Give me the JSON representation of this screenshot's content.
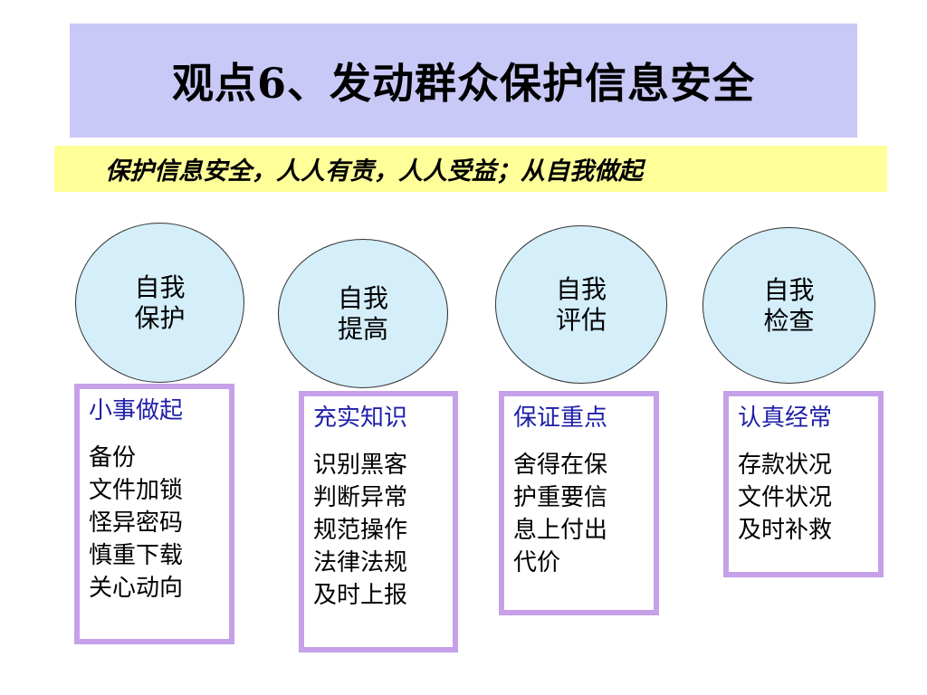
{
  "title": "观点6、发动群众保护信息安全",
  "subtitle": "保护信息安全，人人有责，人人受益；从自我做起",
  "colors": {
    "title_bg": "#c9c9f7",
    "subtitle_bg": "#ffff99",
    "circle_fill": "#d4eefa",
    "card_border": "#c6a0e8",
    "heading_text": "#1f1fa8"
  },
  "columns": [
    {
      "circle_label": "自我\n保护",
      "heading": "小事做起",
      "items": "备份\n文件加锁\n怪异密码\n慎重下载\n关心动向"
    },
    {
      "circle_label": "自我\n提高",
      "heading": "充实知识",
      "items": "识别黑客\n判断异常\n规范操作\n法律法规\n及时上报"
    },
    {
      "circle_label": "自我\n评估",
      "heading": "保证重点",
      "items": "舍得在保\n护重要信\n息上付出\n代价"
    },
    {
      "circle_label": "自我\n检查",
      "heading": "认真经常",
      "items": "存款状况\n文件状况\n及时补救"
    }
  ]
}
